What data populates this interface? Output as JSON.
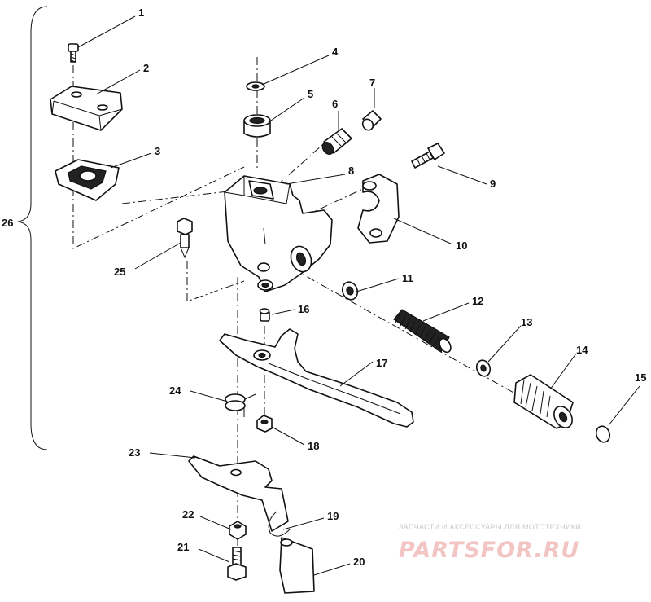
{
  "callouts": {
    "n1": "1",
    "n2": "2",
    "n3": "3",
    "n4": "4",
    "n5": "5",
    "n6": "6",
    "n7": "7",
    "n8": "8",
    "n9": "9",
    "n10": "10",
    "n11": "11",
    "n12": "12",
    "n13": "13",
    "n14": "14",
    "n15": "15",
    "n16": "16",
    "n17": "17",
    "n18": "18",
    "n19": "19",
    "n20": "20",
    "n21": "21",
    "n22": "22",
    "n23": "23",
    "n24": "24",
    "n25": "25",
    "n26": "26"
  },
  "watermark": {
    "tagline": "ЗАПЧАСТИ И АКСЕССУАРЫ ДЛЯ МОТОТЕХНИКИ",
    "brand": "PARTSFOR.RU"
  }
}
